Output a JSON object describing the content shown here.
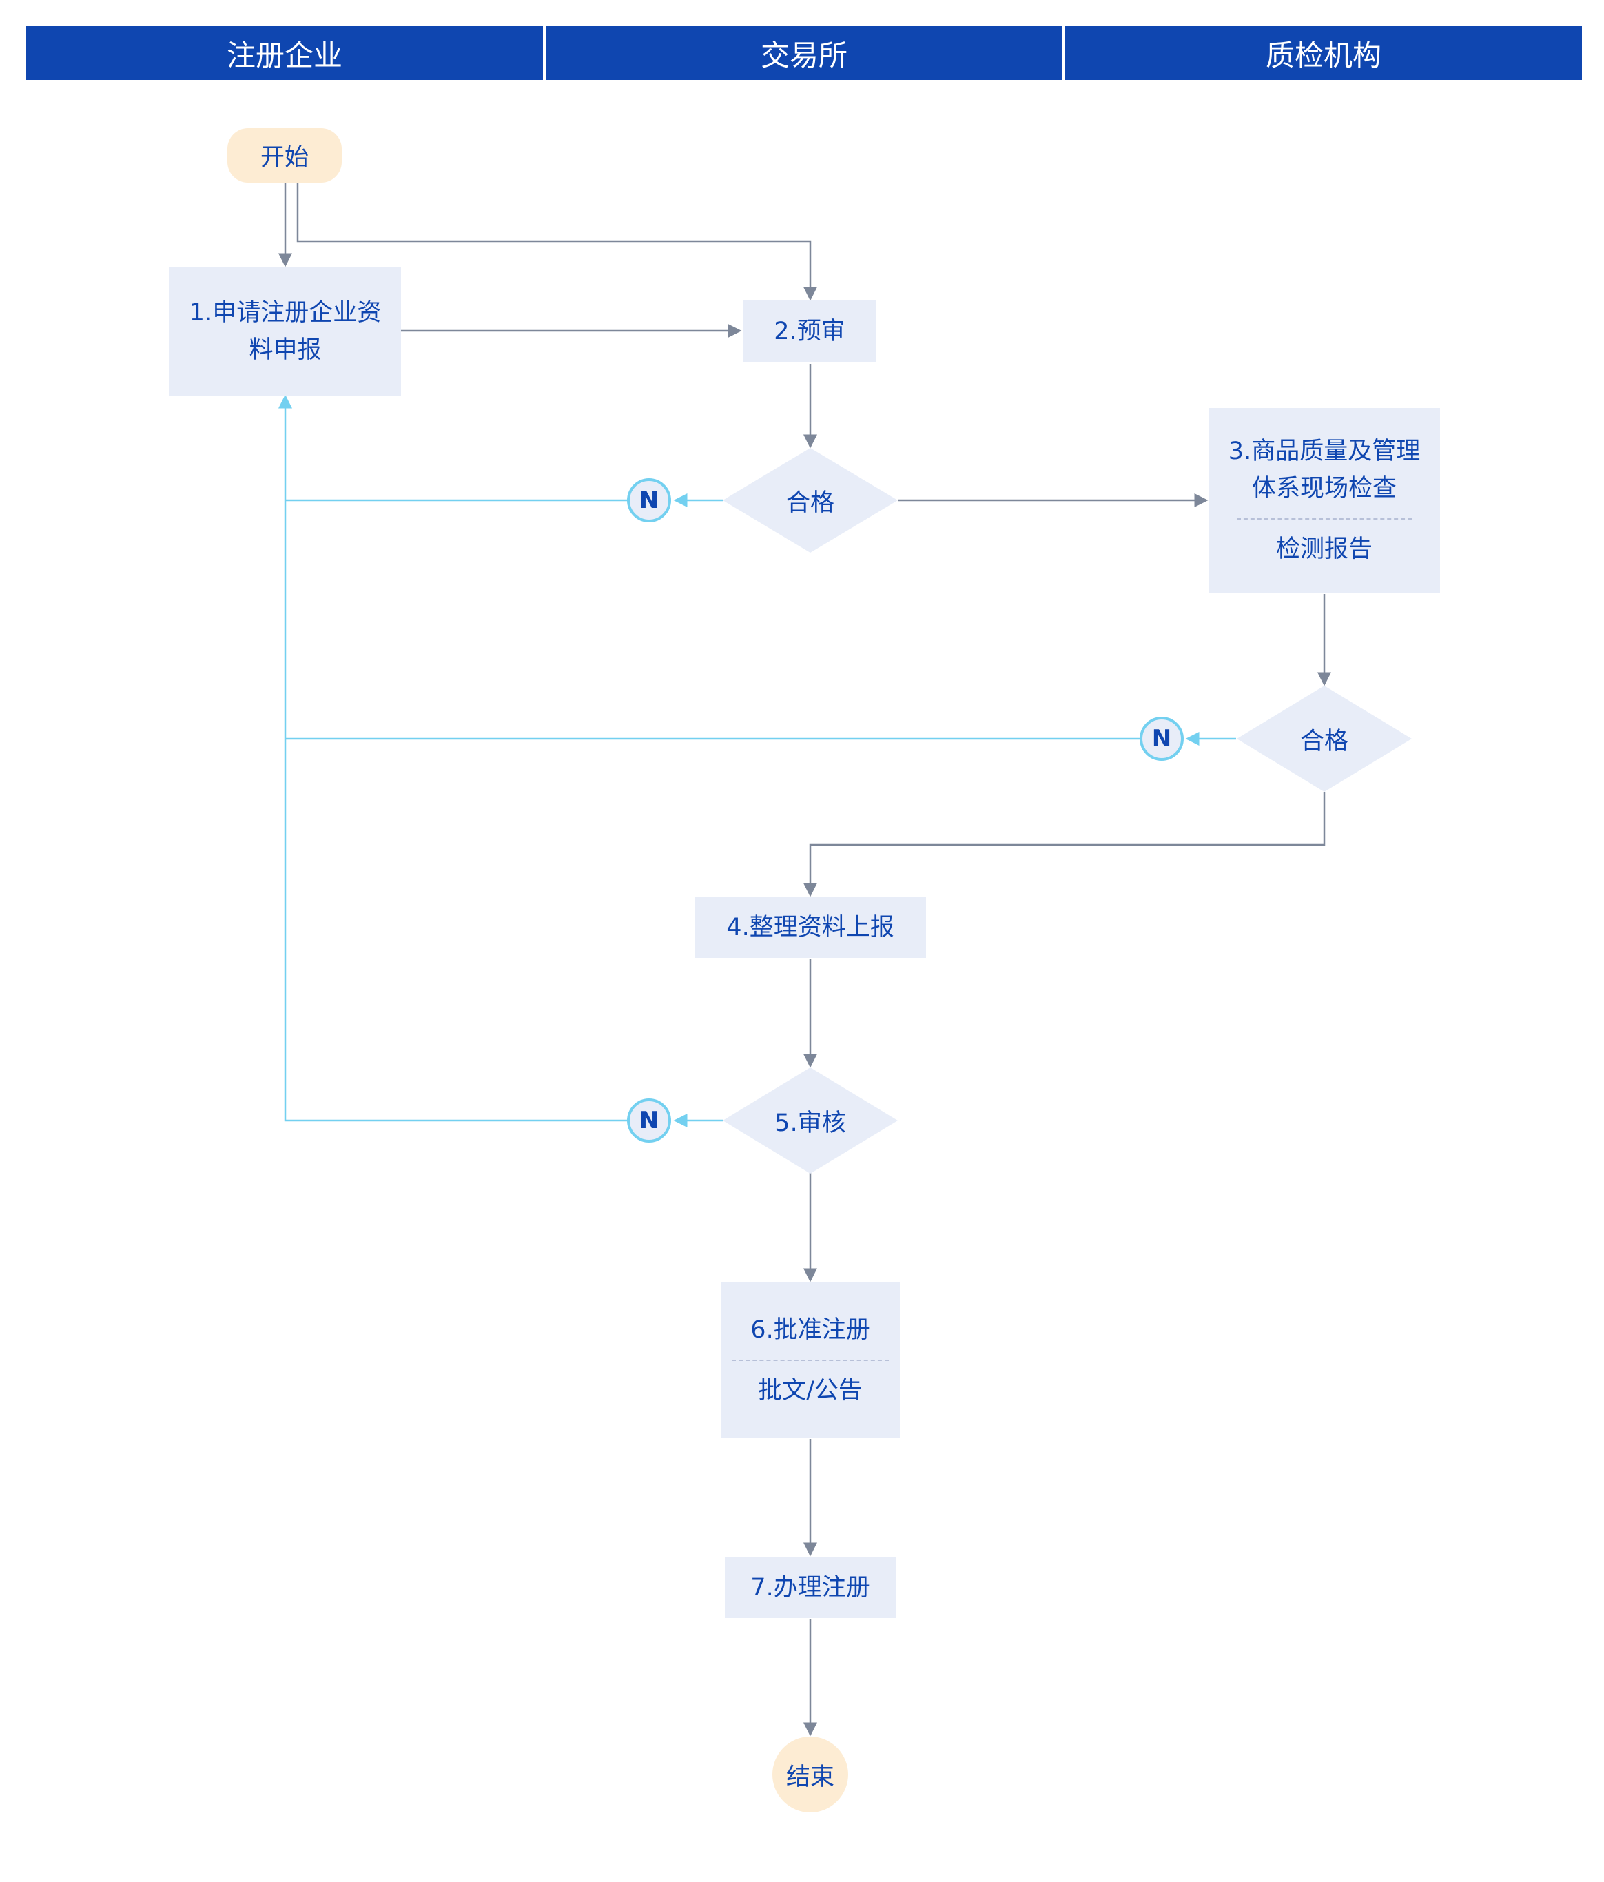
{
  "lanes": [
    "注册企业",
    "交易所",
    "质检机构"
  ],
  "start_label": "开始",
  "end_label": "结束",
  "step1": "1.申请注册企业资料申报",
  "step2": "2.预审",
  "check_pass_1": "合格",
  "step3": {
    "title": "3.商品质量及管理体系现场检查",
    "doc": "检测报告"
  },
  "check_pass_2": "合格",
  "step4": "4.整理资料上报",
  "step5": "5.审核",
  "step6": {
    "title": "6.批准注册",
    "doc": "批文/公告"
  },
  "step7": "7.办理注册",
  "reject_marker": "N",
  "colors": {
    "lane_header": "#0f46b0",
    "node_fill": "#e8edf8",
    "terminal_fill": "#fdecd3",
    "text": "#0f46b0",
    "flow_line": "#7d8799",
    "reject_line": "#73d0f0"
  }
}
